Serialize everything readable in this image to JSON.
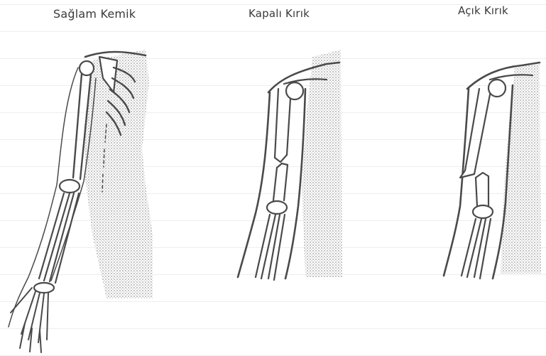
{
  "captions": {
    "healthy": "Sağlam Kemik",
    "closed": "Kapalı Kırık",
    "open": "Açık Kırık"
  },
  "colors": {
    "ink": "#4a4a4a",
    "shade": "#bdbdbd",
    "paper": "#ffffff"
  }
}
